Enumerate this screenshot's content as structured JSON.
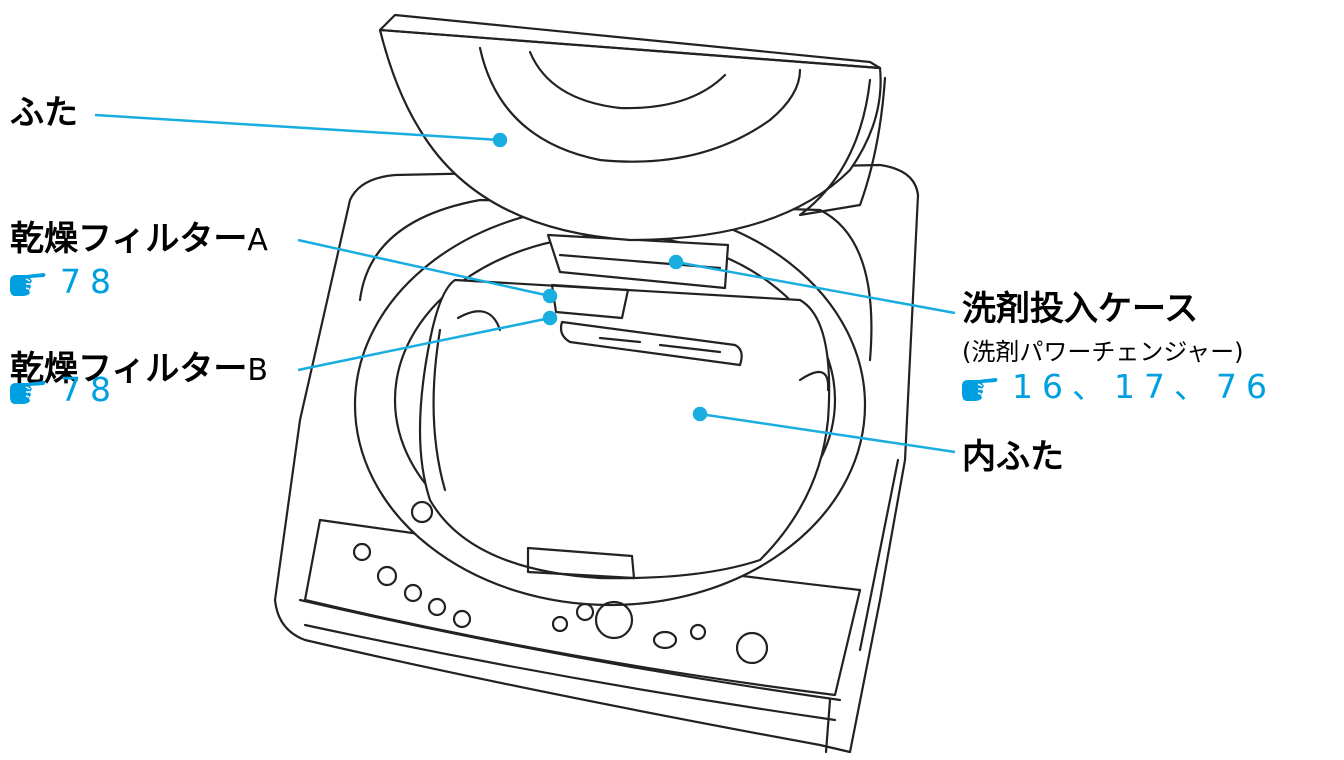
{
  "labels": {
    "lid": "ふた",
    "filter_a": {
      "text": "乾燥フィルター",
      "suffix": "A",
      "ref": "78"
    },
    "filter_b": {
      "text": "乾燥フィルター",
      "suffix": "B",
      "ref": "78"
    },
    "detergent_case": {
      "text": "洗剤投入ケース",
      "sub": "(洗剤パワーチェンジャー)",
      "ref": "16、17、76"
    },
    "inner_lid": "内ふた"
  },
  "icons": {
    "reference": "pointing-hand-icon"
  },
  "colors": {
    "leader": "#1aaee0",
    "reference": "#00a0e0",
    "outline": "#222222"
  }
}
